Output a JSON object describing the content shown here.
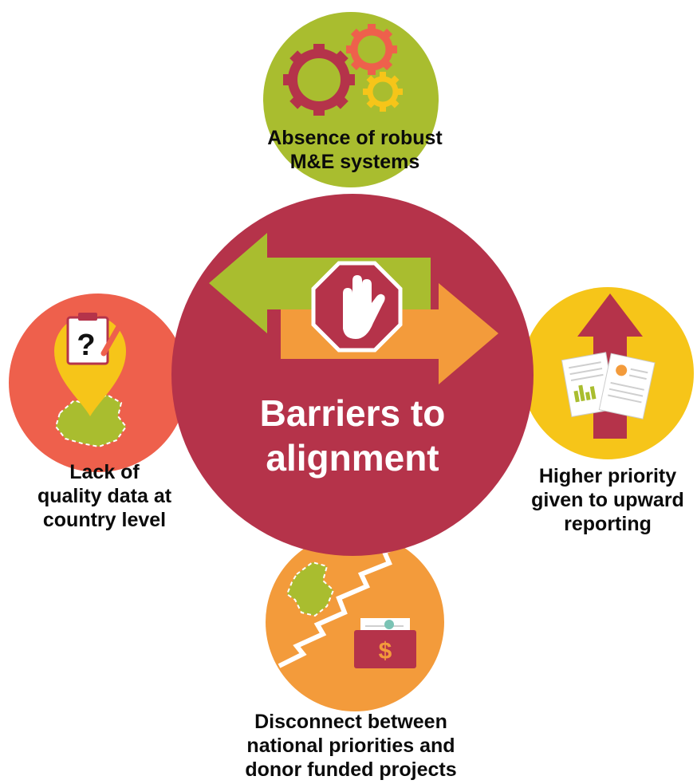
{
  "center": {
    "title": "Barriers to\nalignment"
  },
  "barriers": [
    {
      "id": "top",
      "label": "Absence of robust\nM&E systems"
    },
    {
      "id": "left",
      "label": "Lack of\nquality data at\ncountry level"
    },
    {
      "id": "right",
      "label": "Higher priority\ngiven to upward\nreporting"
    },
    {
      "id": "bottom",
      "label": "Disconnect between\nnational priorities and\ndonor funded projects"
    }
  ],
  "icons": {
    "top": "gears-icon",
    "left": "map-pin-clipboard-icon",
    "right": "upward-arrow-reports-icon",
    "bottom": "divided-map-folder-icon",
    "center": "stop-hand-opposing-arrows-icon"
  },
  "colors": {
    "center": "#b5334a",
    "top": "#a9bd2f",
    "left": "#ee604c",
    "right": "#f6c519",
    "bottom": "#f39b3b",
    "green_arrow": "#a9bd2f",
    "orange_arrow": "#f39b3b"
  },
  "icon_text": {
    "question_mark": "?",
    "currency": "$"
  }
}
